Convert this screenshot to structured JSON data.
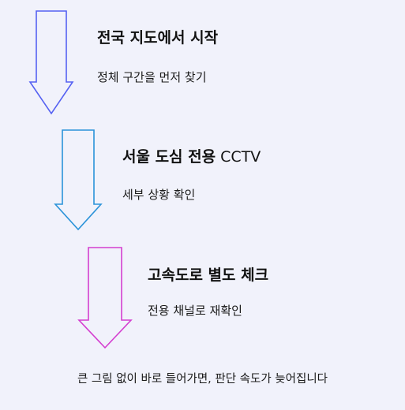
{
  "steps": [
    {
      "title_bold": "전국 지도에서 시작",
      "title_light": "",
      "description": "정체 구간을 먼저 찾기",
      "arrow_color": "#5561f2"
    },
    {
      "title_bold": "서울 도심 전용",
      "title_light": " CCTV",
      "description": "세부 상황 확인",
      "arrow_color": "#2b93d9"
    },
    {
      "title_bold": "고속도로 별도 체크",
      "title_light": "",
      "description": "전용 채널로 재확인",
      "arrow_color": "#d43ed0"
    }
  ],
  "footer": "큰 그림 없이 바로 들어가면, 판단 속도가 늦어집니다",
  "colors": {
    "background": "#f1f2fb"
  }
}
